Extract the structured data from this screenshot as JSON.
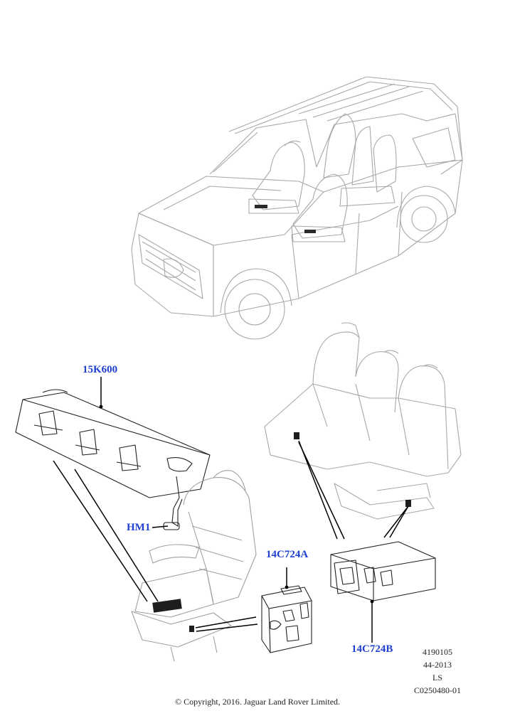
{
  "callouts": {
    "seat_module": "15K600",
    "harness": "HM1",
    "module_a": "14C724A",
    "module_b": "14C724B"
  },
  "reference": {
    "code1": "4190105",
    "code2": "44-2013",
    "code3": "LS",
    "code4": "C0250480-01"
  },
  "copyright": "© Copyright, 2016. Jaguar Land Rover Limited.",
  "colors": {
    "callout": "#1f3fd1",
    "line_art": "#9a9a9a",
    "leader": "#000000"
  }
}
